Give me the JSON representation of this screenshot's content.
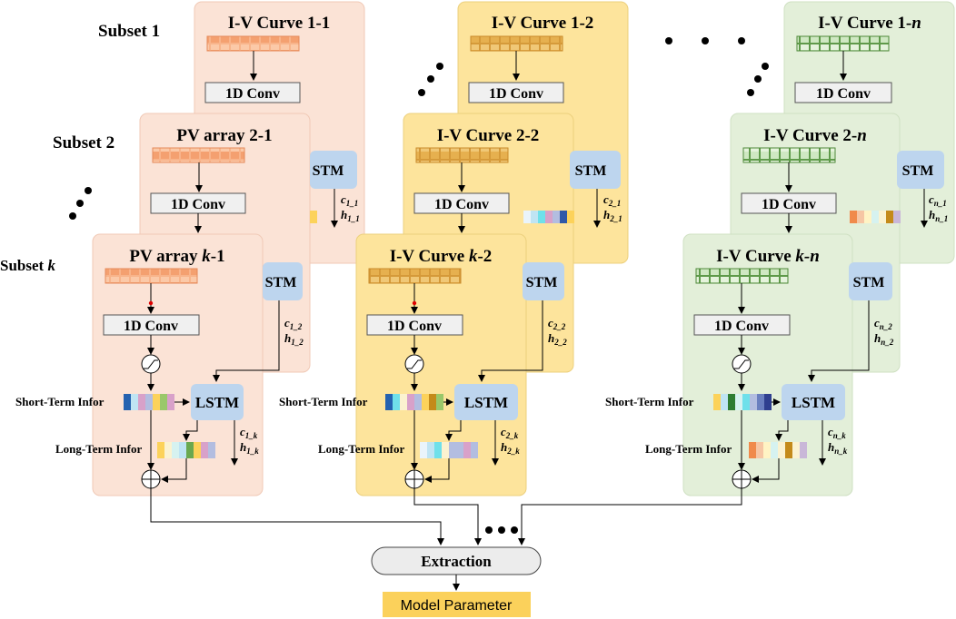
{
  "subsets": {
    "s1": "Subset 1",
    "s2": "Subset 2",
    "sk_prefix": "Subset ",
    "sk_var": "k"
  },
  "cards": {
    "c11_title": "I-V Curve 1-1",
    "c12_title": "I-V Curve 1-2",
    "c1n_prefix": "I-V Curve 1-",
    "c1n_var": "n",
    "c21_title": "PV array 2-1",
    "c22_title": "I-V Curve 2-2",
    "c2n_prefix": "I-V Curve 2-",
    "c2n_var": "n",
    "ck1_prefix": "PV array ",
    "ck1_var": "k",
    "ck1_suffix": "-1",
    "ck2_prefix": "I-V Curve ",
    "ck2_var": "k",
    "ck2_suffix": "-2",
    "ckn_prefix": "I-V Curve ",
    "ckn_var": "k-n"
  },
  "blocks": {
    "conv": "1D Conv",
    "lstm": "LSTM",
    "lstm_partial": "STM",
    "lstm_partial2": "LSTM",
    "short_term": "Short-Term Infor",
    "long_term": "Long-Term Infor",
    "extraction": "Extraction",
    "model_param": "Model Parameter"
  },
  "states": {
    "c": "c",
    "h": "h",
    "s11": "1_1",
    "s12": "1_2",
    "s1k": "1_k",
    "s21": "2_1",
    "s22": "2_2",
    "s2k": "2_k",
    "sn1": "n_1",
    "sn2": "n_2",
    "snk": "n_k"
  },
  "colors": {
    "salmon": "#fbe3d6",
    "yellow": "#fde49c",
    "green": "#e3efd9",
    "lstm_blue": "#bdd5ee",
    "conv_gray": "#f0f0f0",
    "model_param": "#fbd15b"
  }
}
